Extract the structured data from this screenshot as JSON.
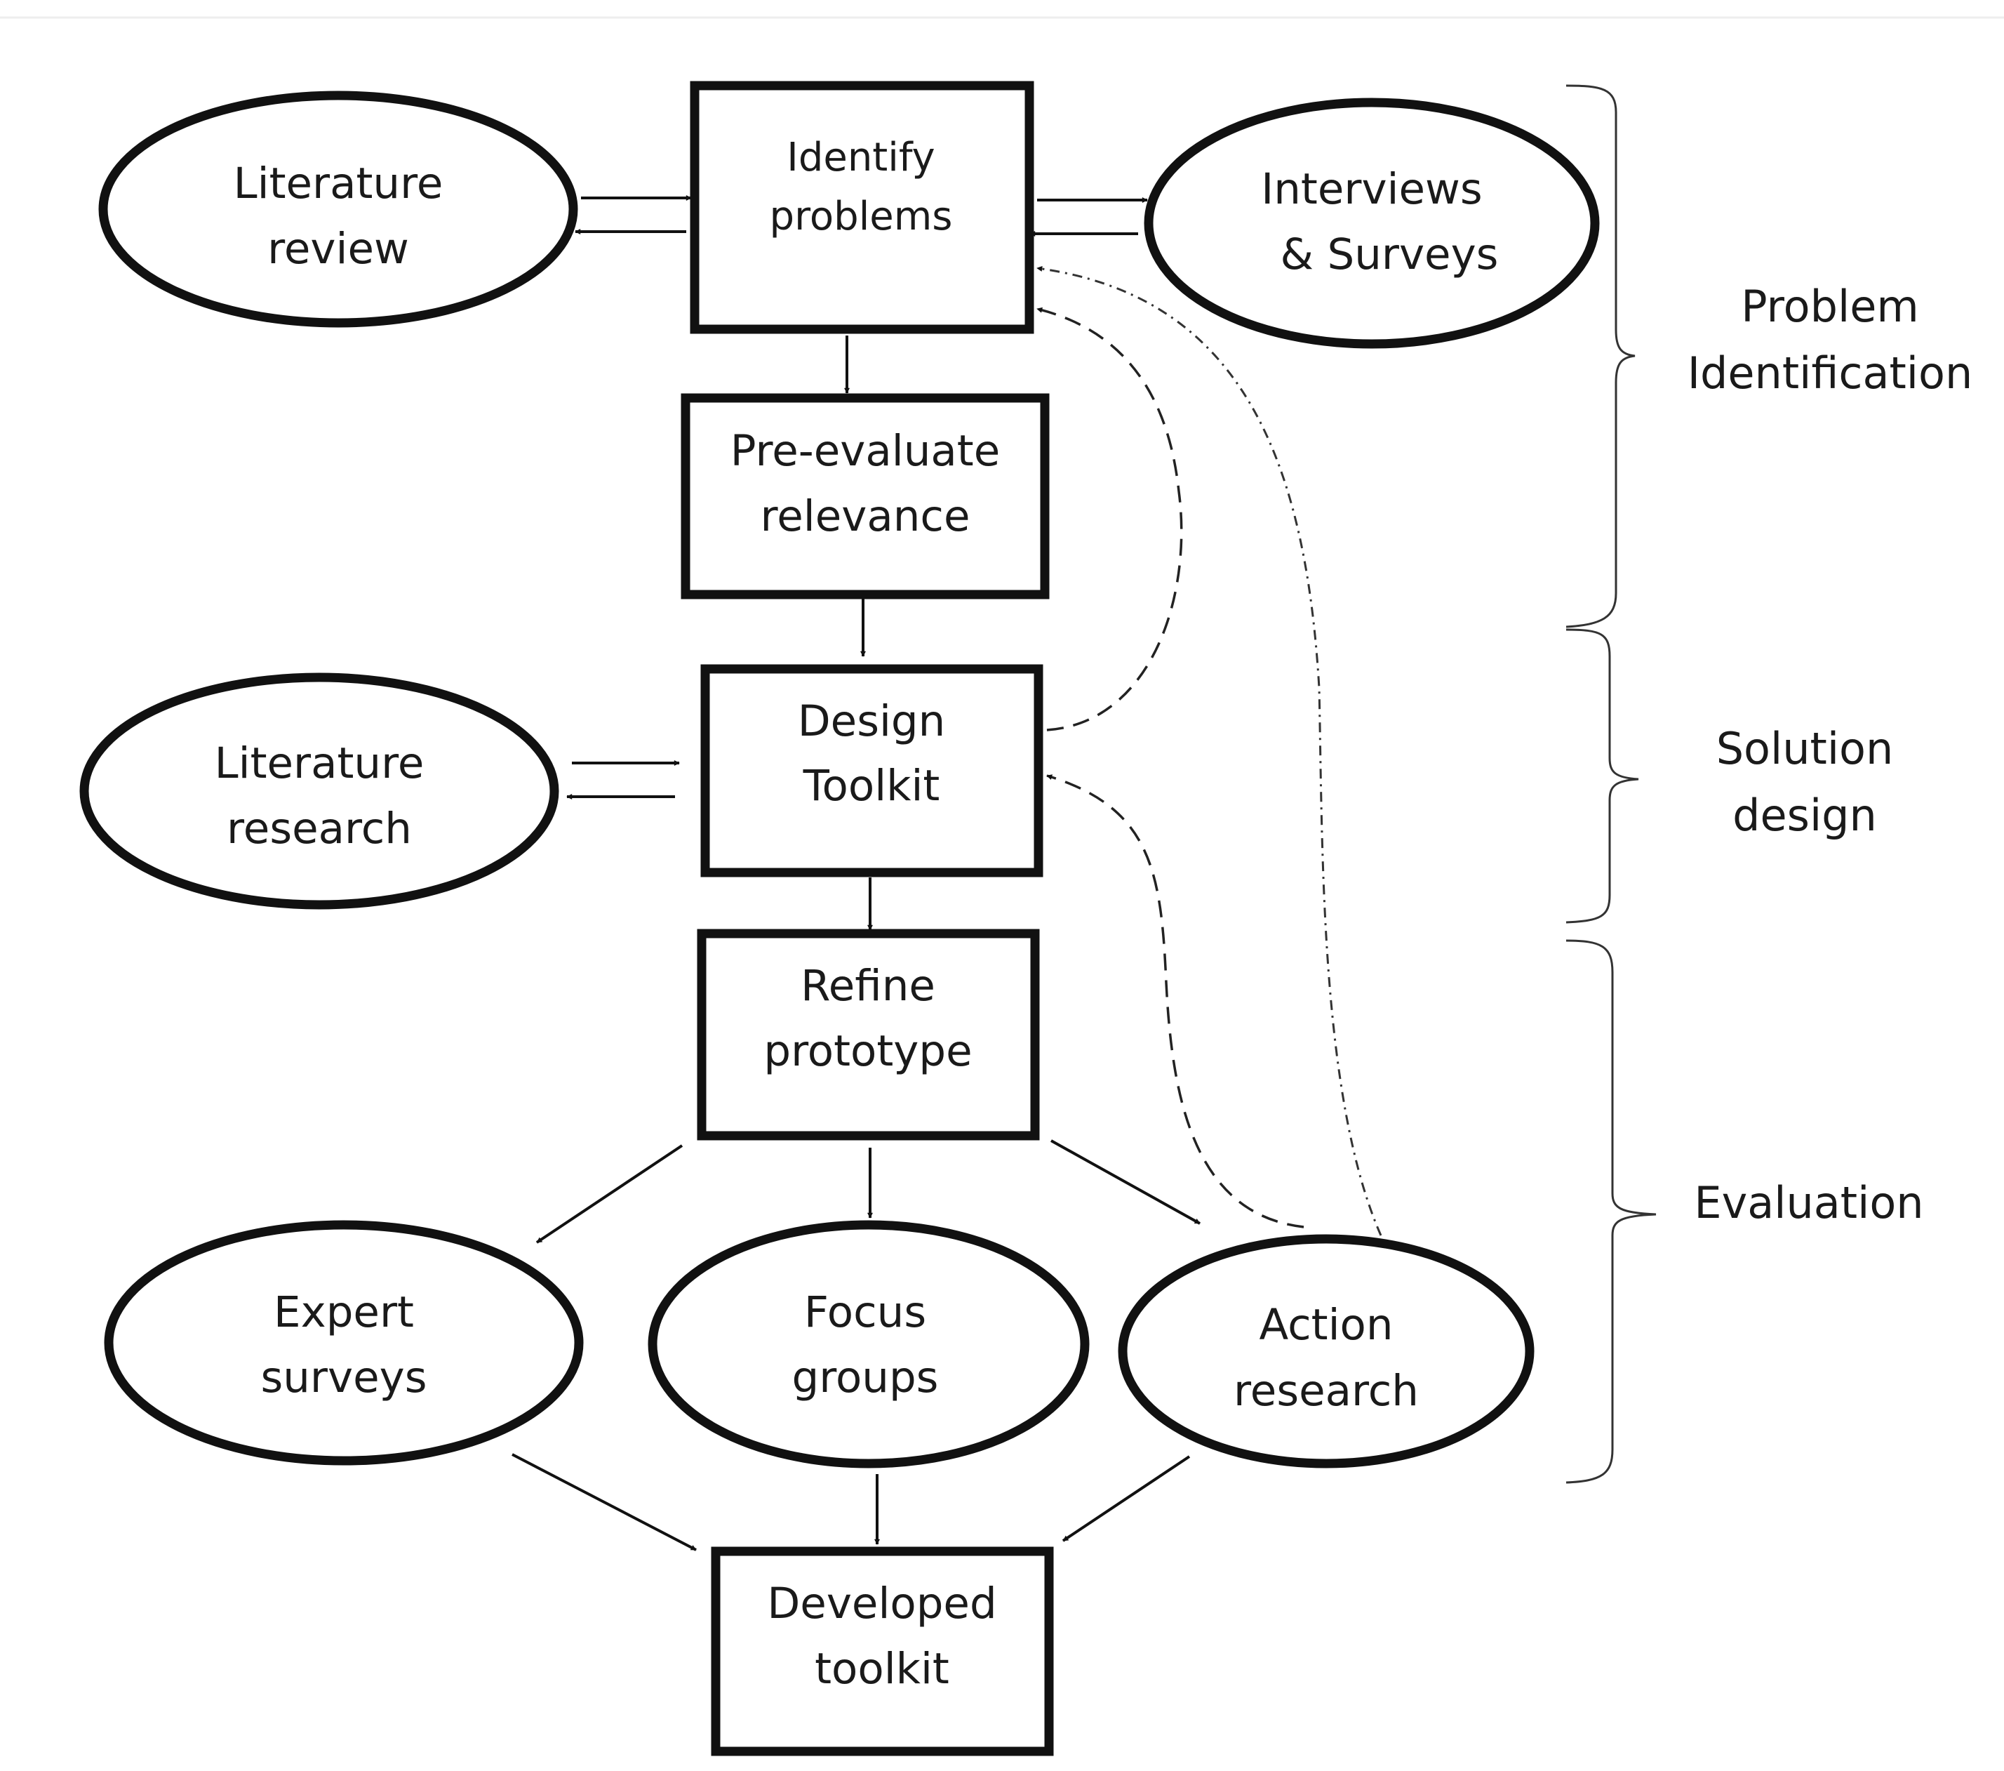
{
  "nodes": {
    "lit_review": {
      "lines": [
        "Literature",
        "review"
      ]
    },
    "identify": {
      "lines": [
        "Identify",
        "problems"
      ]
    },
    "interviews": {
      "lines": [
        "Interviews",
        "& Surveys"
      ]
    },
    "pre_evaluate": {
      "lines": [
        "Pre-evaluate",
        "relevance"
      ]
    },
    "lit_research": {
      "lines": [
        "Literature",
        "research"
      ]
    },
    "design": {
      "lines": [
        "Design",
        "Toolkit"
      ]
    },
    "refine": {
      "lines": [
        "Refine",
        "prototype"
      ]
    },
    "expert": {
      "lines": [
        "Expert",
        "surveys"
      ]
    },
    "focus": {
      "lines": [
        "Focus",
        "groups"
      ]
    },
    "action": {
      "lines": [
        "Action",
        "research"
      ]
    },
    "developed": {
      "lines": [
        "Developed",
        "toolkit"
      ]
    }
  },
  "phases": {
    "problem": {
      "lines": [
        "Problem",
        "Identification"
      ]
    },
    "solution": {
      "lines": [
        "Solution",
        "design"
      ]
    },
    "evaluation": {
      "lines": [
        "Evaluation"
      ]
    }
  }
}
